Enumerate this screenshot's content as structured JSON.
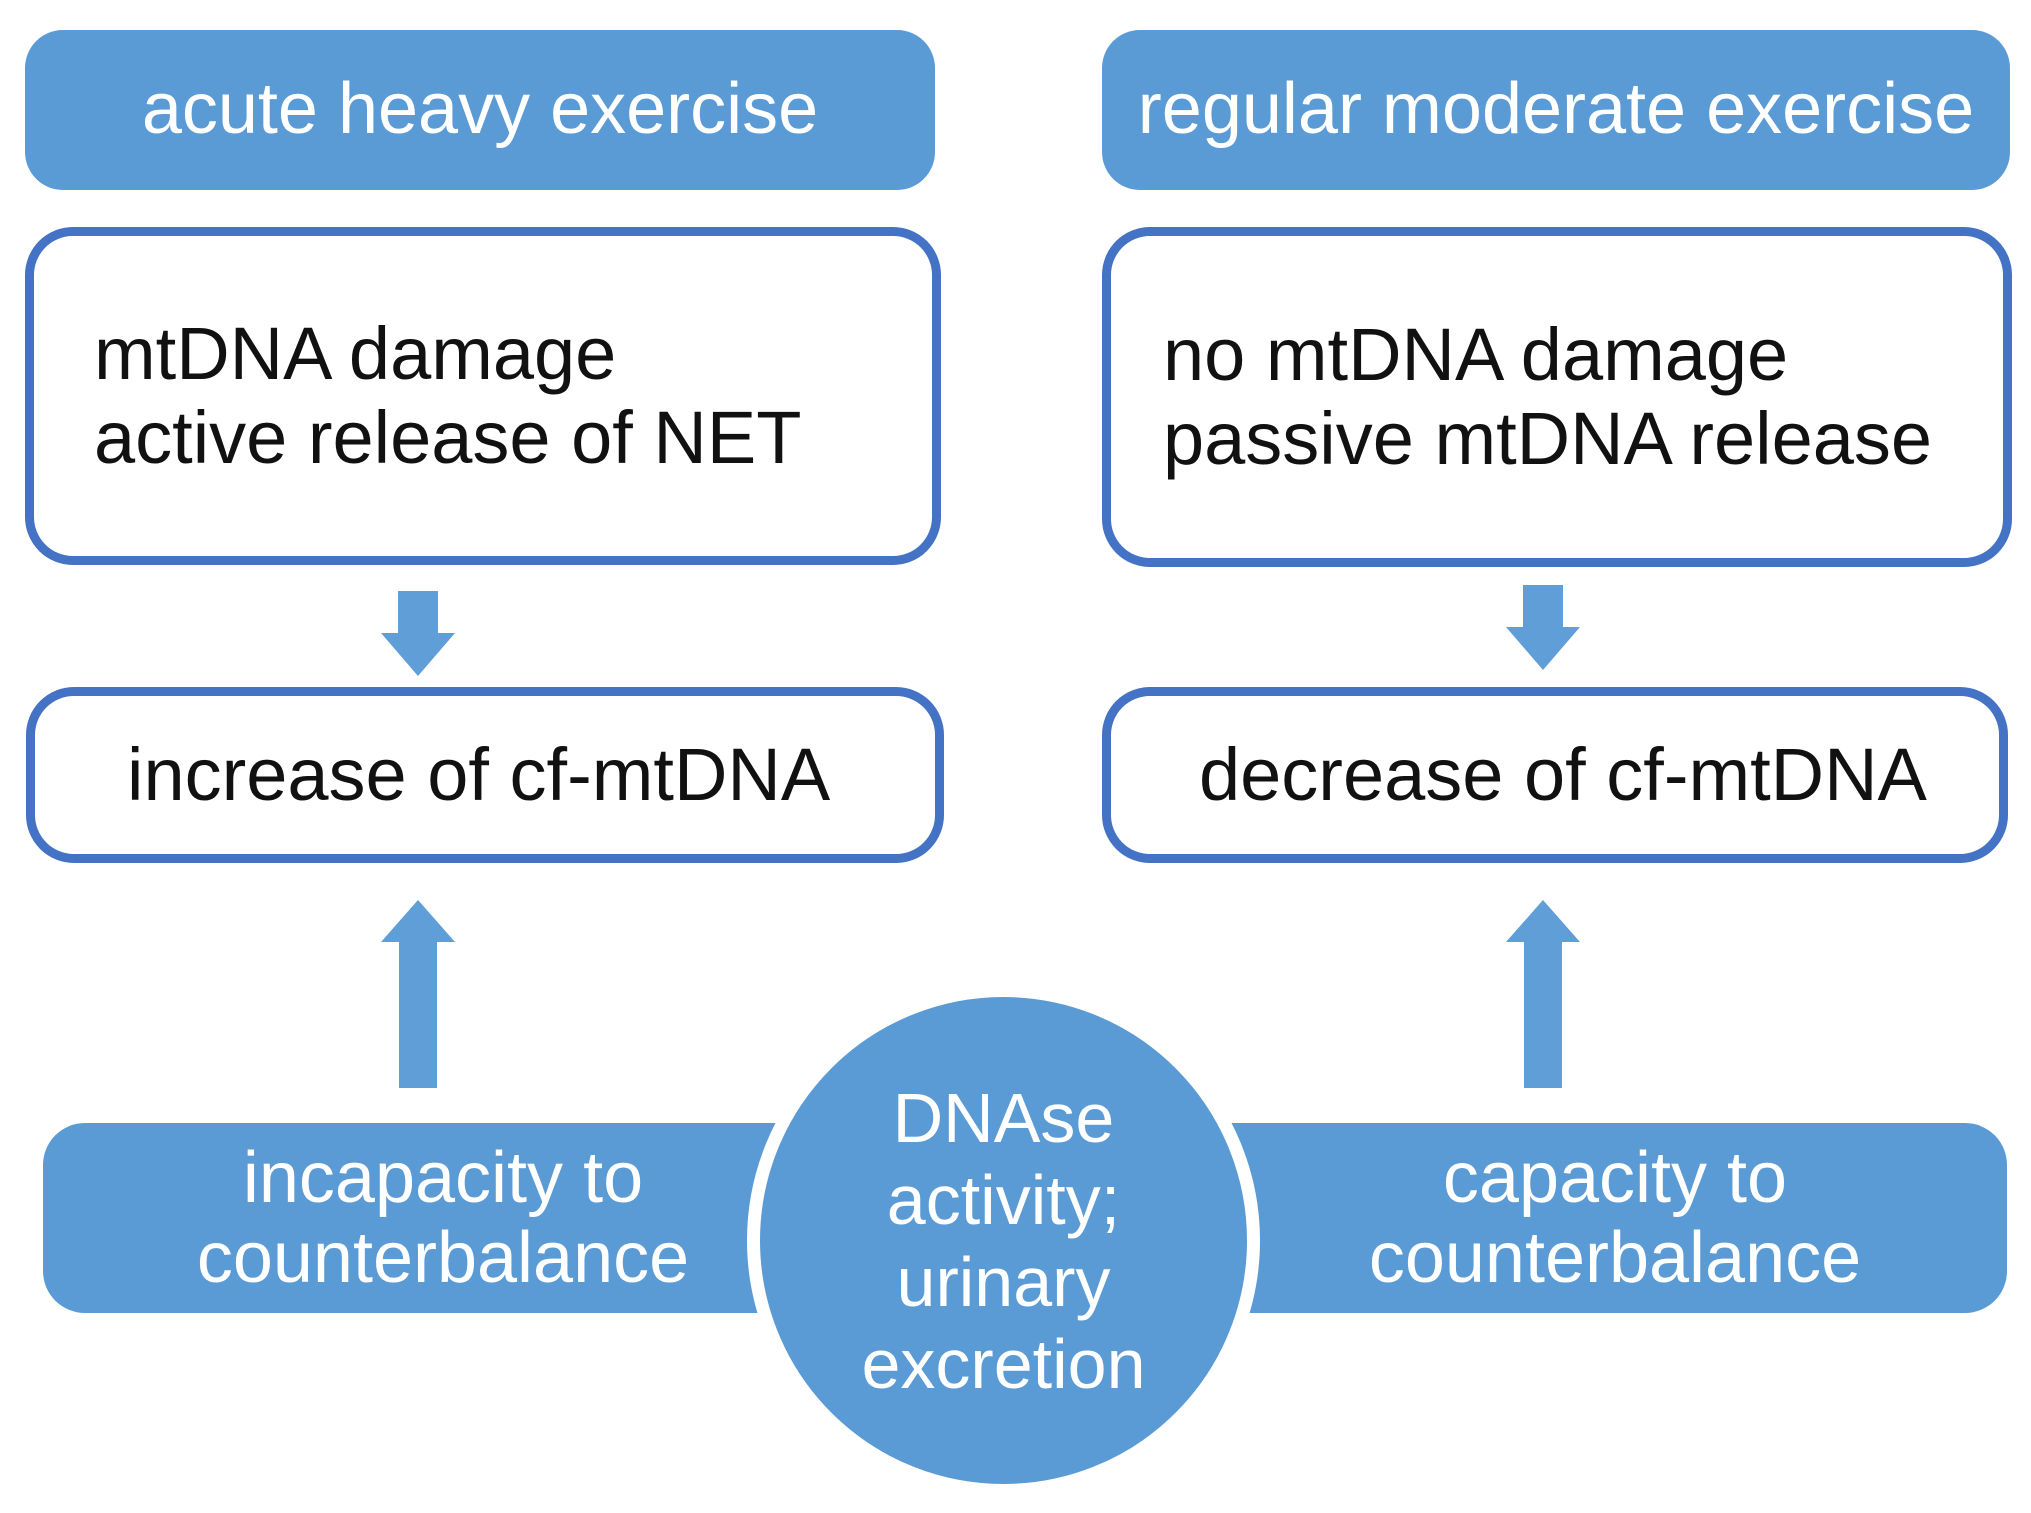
{
  "figure": {
    "left": {
      "header": "acute heavy exercise",
      "cause_lines": [
        "mtDNA damage",
        "active release of NET"
      ],
      "effect": "increase of cf-mtDNA",
      "bar_lines": [
        "incapacity to",
        "counterbalance"
      ]
    },
    "right": {
      "header": "regular moderate exercise",
      "cause_lines": [
        "no mtDNA damage",
        "passive mtDNA release"
      ],
      "effect": "decrease of cf-mtDNA",
      "bar_lines": [
        "capacity to",
        "counterbalance"
      ]
    },
    "circle_lines": [
      "DNAse",
      "activity;",
      "urinary",
      "excretion"
    ]
  },
  "colors": {
    "shape_fill": "#5b9bd5",
    "arrow_fill": "#5f9ed7",
    "box_border": "#4472c4",
    "text_on_blue": "#ffffff",
    "text_on_white": "#111111",
    "background": "#ffffff"
  }
}
